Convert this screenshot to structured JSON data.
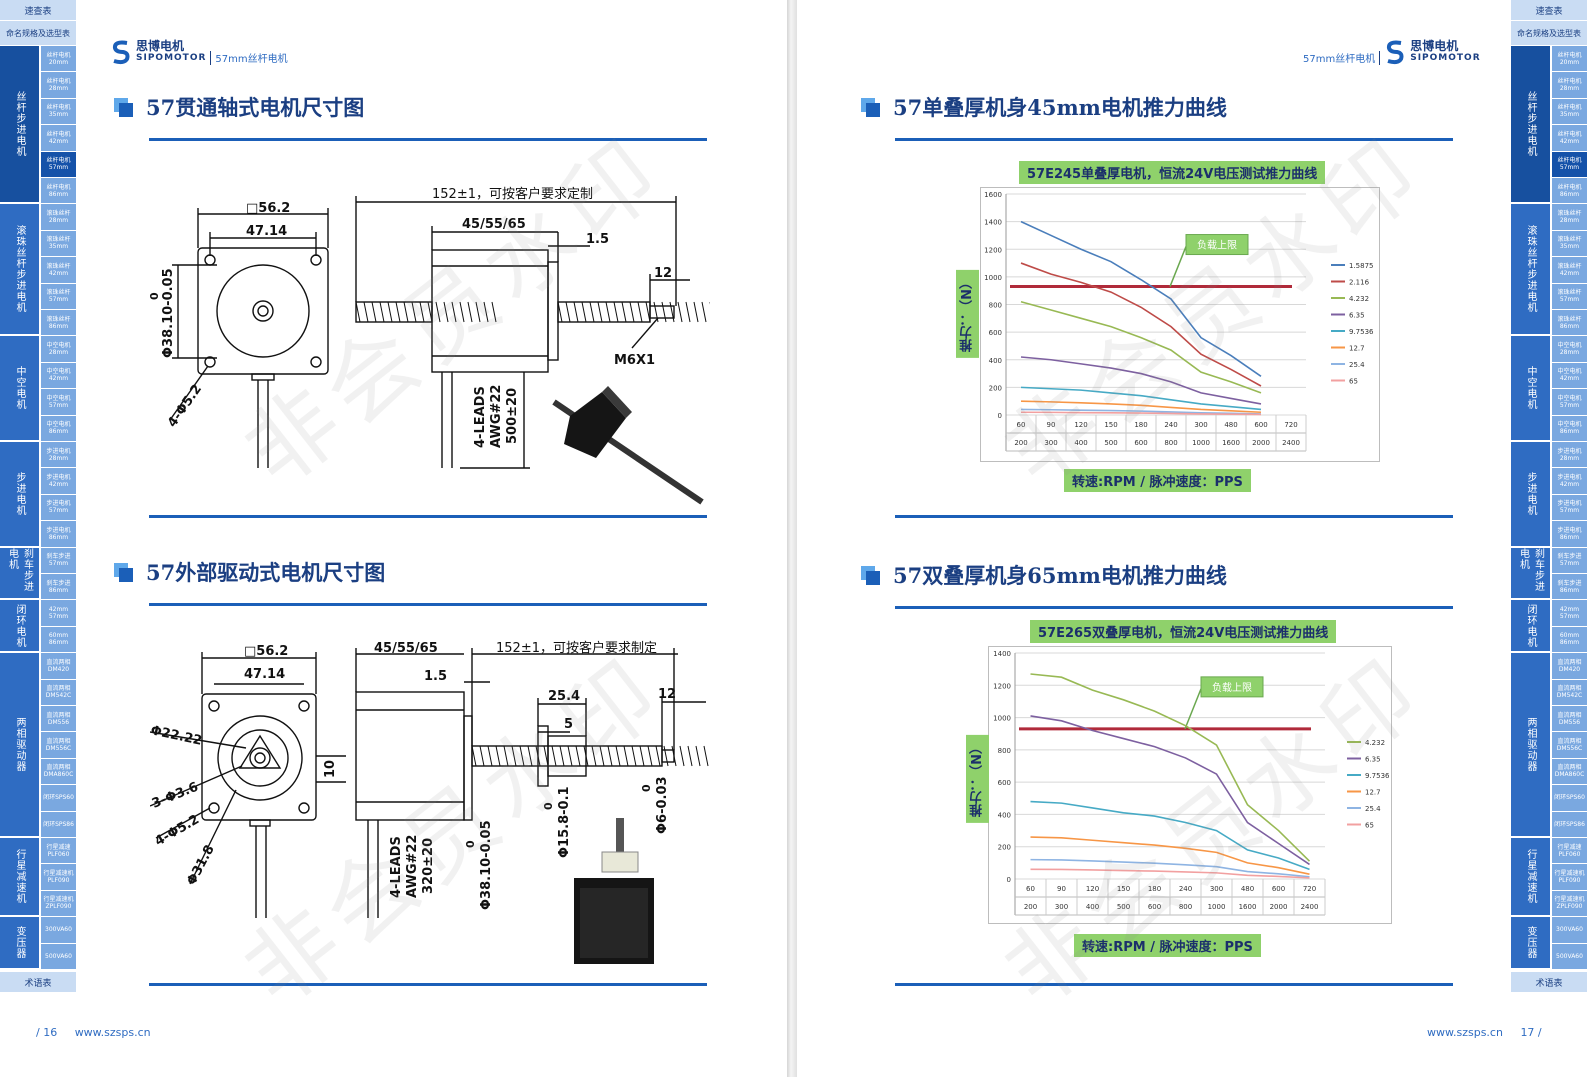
{
  "nav": {
    "top": "速查表",
    "top_sub": "命名规格及选型表",
    "bottom": "术语表",
    "groups": [
      {
        "cat": "丝杆步进电机",
        "subs": [
          "丝杆电机20mm",
          "丝杆电机28mm",
          "丝杆电机35mm",
          "丝杆电机42mm",
          "丝杆电机57mm",
          "丝杆电机86mm"
        ]
      },
      {
        "cat": "滚珠丝杆步进电机",
        "subs": [
          "滚珠丝杆28mm",
          "滚珠丝杆35mm",
          "滚珠丝杆42mm",
          "滚珠丝杆57mm",
          "滚珠丝杆86mm"
        ]
      },
      {
        "cat": "中空电机",
        "subs": [
          "中空电机28mm",
          "中空电机42mm",
          "中空电机57mm",
          "中空电机86mm"
        ]
      },
      {
        "cat": "步进电机",
        "subs": [
          "步进电机28mm",
          "步进电机42mm",
          "步进电机57mm",
          "步进电机86mm"
        ]
      },
      {
        "cat": "刹车步进电机",
        "subs": [
          "刹车步进57mm",
          "刹车步进86mm"
        ]
      },
      {
        "cat": "闭环电机",
        "subs": [
          "42mm 57mm",
          "60mm 86mm"
        ]
      },
      {
        "cat": "两相驱动器",
        "subs": [
          "直流两相DM420",
          "直流两相DM542C",
          "直流两相DM556",
          "直流两相DM556C",
          "直流两相DMA860C",
          "闭环SPS60",
          "闭环SPS86"
        ]
      },
      {
        "cat": "行星减速机",
        "subs": [
          "行星减速PLF060",
          "行星减速机PLF090",
          "行星减速机ZPLF090"
        ]
      },
      {
        "cat": "变压器",
        "subs": [
          "300VA60",
          "500VA60"
        ]
      }
    ]
  },
  "left_page": {
    "brand_cn": "思博电机",
    "brand_en": "SIPOMOTOR",
    "brand_sub": "57mm丝杆电机",
    "section1_title": "57贯通轴式电机尺寸图",
    "section2_title": "57外部驱动式电机尺寸图",
    "page_no": "/ 16",
    "website": "www.szsps.cn",
    "drawing1": {
      "square": "□56.2",
      "pitch": "47.14",
      "total_len": "152±1，可按客户要求定制",
      "body_len": "45/55/65",
      "gap": "1.5",
      "end": "12",
      "thread": "M6X1",
      "boss": "Φ38.10-0.05",
      "boss_tol": "0",
      "holes": "4-Φ5.2",
      "leads": "4-LEADS",
      "awg": "AWG#22",
      "lead_len": "500±20"
    },
    "drawing2": {
      "square": "□56.2",
      "pitch": "47.14",
      "body_len": "45/55/65",
      "total_len": "152±1，可按客户要求制定",
      "gap": "1.5",
      "nut_len": "25.4",
      "nut_flange": "5",
      "end": "12",
      "d1": "Φ22.22",
      "d2": "3-Φ3.6",
      "d3": "4-Φ5.2",
      "d4": "Φ31.8",
      "height": "10",
      "leads": "4-LEADS",
      "awg": "AWG#22",
      "lead_len": "320±20",
      "boss": "Φ38.10-0.05",
      "boss_tol": "0",
      "nut_d": "Φ15.8-0.1",
      "nut_tol": "0",
      "screw_d": "Φ6-0.03",
      "screw_tol": "0"
    }
  },
  "right_page": {
    "brand_cn": "思博电机",
    "brand_en": "SIPOMOTOR",
    "brand_sub": "57mm丝杆电机",
    "section1_title": "57单叠厚机身45mm电机推力曲线",
    "section2_title": "57双叠厚机身65mm电机推力曲线",
    "page_no": "17 /",
    "website": "www.szsps.cn"
  },
  "watermark": "非会员水印",
  "chart_data": [
    {
      "type": "line",
      "title": "57E245单叠厚电机，恒流24V电压测试推力曲线",
      "xlabel": "转速:RPM / 脉冲速度：PPS",
      "ylabel": "推力：（N）",
      "ylim": [
        0,
        1600
      ],
      "yticks": [
        0,
        200,
        400,
        600,
        800,
        1000,
        1200,
        1400,
        1600
      ],
      "categories_rpm": [
        "60",
        "90",
        "120",
        "150",
        "180",
        "240",
        "300",
        "480",
        "600",
        "720"
      ],
      "categories_pps": [
        "200",
        "300",
        "400",
        "500",
        "600",
        "800",
        "1000",
        "1600",
        "2000",
        "2400"
      ],
      "limit_label": "负载上限",
      "limit_value": 930,
      "legend_position": "right",
      "series": [
        {
          "name": "1.5875",
          "color": "#4a7ebb",
          "values": [
            1400,
            1300,
            1200,
            1110,
            980,
            840,
            560,
            430,
            280
          ]
        },
        {
          "name": "2.116",
          "color": "#be4b48",
          "values": [
            1100,
            1020,
            960,
            890,
            780,
            640,
            440,
            330,
            210
          ]
        },
        {
          "name": "4.232",
          "color": "#98b954",
          "values": [
            820,
            760,
            700,
            640,
            560,
            470,
            310,
            240,
            160
          ]
        },
        {
          "name": "6.35",
          "color": "#7d60a0",
          "values": [
            420,
            400,
            370,
            340,
            300,
            240,
            160,
            120,
            80
          ]
        },
        {
          "name": "9.7536",
          "color": "#46aac5",
          "values": [
            200,
            190,
            180,
            160,
            140,
            110,
            80,
            60,
            40
          ]
        },
        {
          "name": "12.7",
          "color": "#f79646",
          "values": [
            100,
            95,
            88,
            80,
            70,
            55,
            40,
            30,
            20
          ]
        },
        {
          "name": "25.4",
          "color": "#8eb4e3",
          "values": [
            40,
            38,
            35,
            32,
            28,
            22,
            16,
            12,
            8
          ]
        },
        {
          "name": "65",
          "color": "#f2a0a0",
          "values": [
            20,
            19,
            17,
            16,
            14,
            11,
            8,
            6,
            4
          ]
        }
      ]
    },
    {
      "type": "line",
      "title": "57E265双叠厚电机，恒流24V电压测试推力曲线",
      "xlabel": "转速:RPM / 脉冲速度：PPS",
      "ylabel": "推力：（N）",
      "ylim": [
        0,
        1400
      ],
      "yticks": [
        0,
        200,
        400,
        600,
        800,
        1000,
        1200,
        1400
      ],
      "categories_rpm": [
        "60",
        "90",
        "120",
        "150",
        "180",
        "240",
        "300",
        "480",
        "600",
        "720"
      ],
      "categories_pps": [
        "200",
        "300",
        "400",
        "500",
        "600",
        "800",
        "1000",
        "1600",
        "2000",
        "2400"
      ],
      "limit_label": "负载上限",
      "limit_value": 930,
      "legend_position": "right",
      "series": [
        {
          "name": "4.232",
          "color": "#98b954",
          "values": [
            1270,
            1250,
            1170,
            1110,
            1040,
            950,
            830,
            460,
            300,
            110
          ]
        },
        {
          "name": "6.35",
          "color": "#7d60a0",
          "values": [
            1010,
            980,
            920,
            870,
            820,
            750,
            650,
            350,
            220,
            90
          ]
        },
        {
          "name": "9.7536",
          "color": "#46aac5",
          "values": [
            480,
            470,
            440,
            410,
            390,
            350,
            300,
            180,
            130,
            60
          ]
        },
        {
          "name": "12.7",
          "color": "#f79646",
          "values": [
            260,
            255,
            240,
            225,
            210,
            190,
            165,
            100,
            70,
            30
          ]
        },
        {
          "name": "25.4",
          "color": "#8eb4e3",
          "values": [
            120,
            118,
            112,
            105,
            98,
            88,
            76,
            46,
            32,
            14
          ]
        },
        {
          "name": "65",
          "color": "#f2a0a0",
          "values": [
            60,
            59,
            56,
            52,
            49,
            44,
            38,
            23,
            16,
            7
          ]
        }
      ]
    }
  ]
}
